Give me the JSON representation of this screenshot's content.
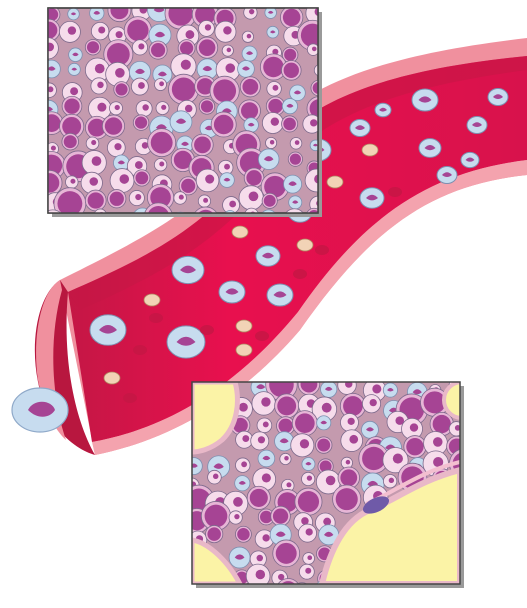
{
  "colors": {
    "vessel_wall": "#f0909e",
    "vessel_lumen": "#e8104e",
    "vessel_dark": "#c41745",
    "panel_bg": "#c49aae",
    "nucleus": "#a64494",
    "cell_pale": "#f6dceb",
    "cell_blue": "#c7dcef",
    "fat": "#fbf3a6",
    "platelet": "#f2d3b6",
    "endothelial_nucleus": "#6f5aa8"
  },
  "icons": {
    "blood_vessel": "blood-vessel-illustration",
    "marrow_panel_top": "bone-marrow-cells-illustration",
    "marrow_panel_bottom": "bone-marrow-with-fat-illustration"
  }
}
